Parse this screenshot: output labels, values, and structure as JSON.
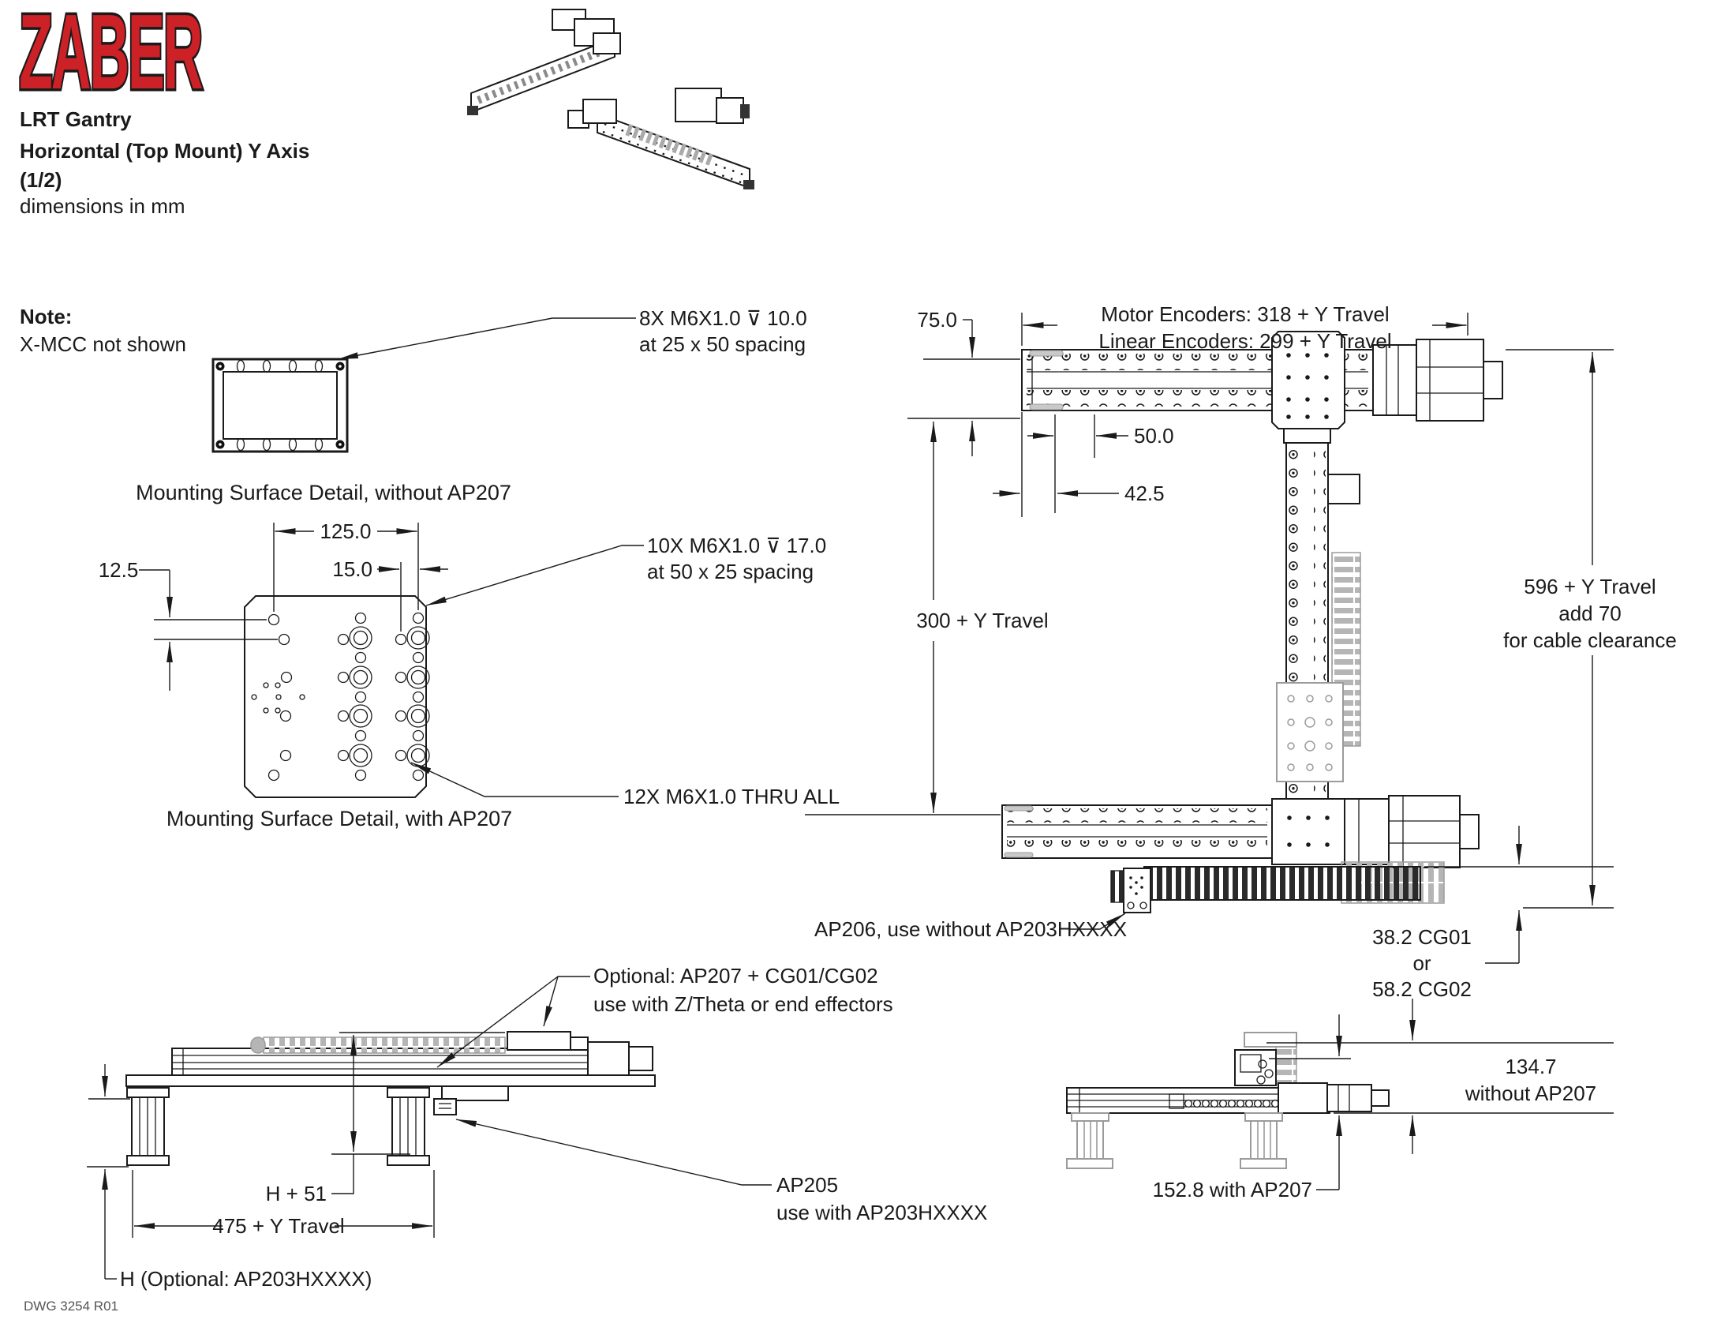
{
  "title_block": {
    "logo": "ZABER",
    "product": "LRT Gantry",
    "variant": "Horizontal (Top Mount) Y Axis",
    "page": "(1/2)",
    "units": "dimensions in mm"
  },
  "note": {
    "label": "Note:",
    "text": "X-MCC not shown"
  },
  "detail_without": {
    "caption": "Mounting Surface Detail, without AP207",
    "callout1": "8X M6X1.0 ⊽ 10.0",
    "callout2": "at 25 x 50 spacing"
  },
  "detail_with": {
    "caption": "Mounting Surface Detail, with AP207",
    "callout1": "10X M6X1.0 ⊽ 17.0",
    "callout2": "at 50 x 25 spacing",
    "callout_thru": "12X M6X1.0 THRU ALL",
    "dim125": "125.0",
    "dim15": "15.0",
    "dim12_5": "12.5"
  },
  "top_view": {
    "dim75": "75.0",
    "enc_motor": "Motor Encoders: 318 + Y Travel",
    "enc_linear": "Linear Encoders: 299 + Y Travel",
    "dim50": "50.0",
    "dim42_5": "42.5",
    "dim300": "300 + Y Travel",
    "dim596a": "596 + Y Travel",
    "dim596b": "add 70",
    "dim596c": "for cable clearance",
    "ap206": "AP206, use without AP203HXXXX",
    "cg_a": "38.2 CG01",
    "cg_or": "or",
    "cg_b": "58.2 CG02"
  },
  "side_view": {
    "opt1": "Optional: AP207 + CG01/CG02",
    "opt2": "use with Z/Theta or end effectors",
    "dim_h51": "H + 51",
    "dim475": "475 + Y Travel",
    "ap205a": "AP205",
    "ap205b": "use with AP203HXXXX",
    "dim_h": "H (Optional: AP203HXXXX)"
  },
  "end_view": {
    "dim134a": "134.7",
    "dim134b": "without AP207",
    "dim152": "152.8 with AP207"
  },
  "footer": {
    "dwg": "DWG 3254 R01"
  },
  "colors": {
    "logo_red": "#cc2127",
    "line": "#1a1a1a",
    "phantom": "#9b9b9b"
  }
}
